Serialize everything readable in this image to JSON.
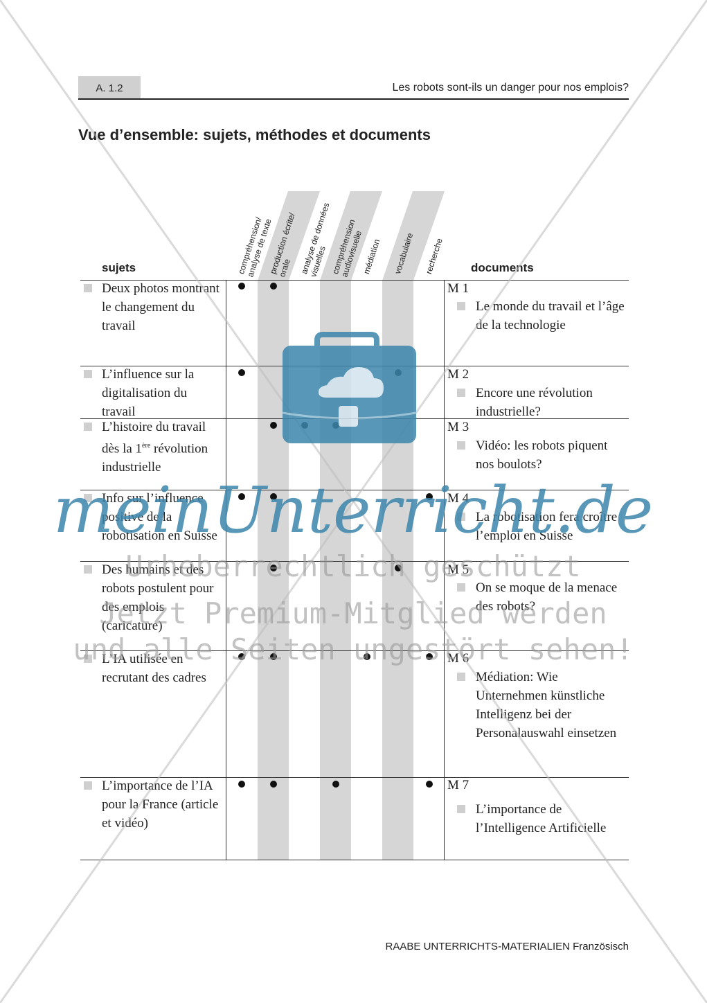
{
  "header": {
    "code": "A. 1.2",
    "title": "Les robots sont-ils un danger pour nos emplois?"
  },
  "heading": "Vue d’ensemble: sujets, méthodes et documents",
  "columns": {
    "subjects": "sujets",
    "documents": "documents"
  },
  "methods": [
    "compréhension/\nanalyse de texte",
    "production écrite/\norale",
    "analyse de données\nvisuelles",
    "compréhension\naudiovisuelle",
    "médiation",
    "vocabulaire",
    "recherche"
  ],
  "rows": [
    {
      "subject": "Deux photos montrant le changement du travail",
      "ref": "M 1",
      "doc": "Le monde du travail et l’âge de la technologie",
      "dots": [
        0,
        1
      ]
    },
    {
      "subject": "L’influence sur la digitalisation du travail",
      "ref": "M 2",
      "doc": "Encore une révolution industrielle?",
      "dots": [
        0,
        5
      ]
    },
    {
      "subject_before": "L’histoire du travail dès la",
      "subject_sup": "ère",
      "subject_num": "1",
      "subject_after": "révolution industrielle",
      "ref": "M 3",
      "doc": "Vidéo: les robots piquent nos boulots?",
      "dots": [
        1,
        2,
        3
      ]
    },
    {
      "subject": "Info sur l’influ­ence positive de la robotisation en Suisse",
      "ref": "M 4",
      "doc": "La robotisation fera croître l’emploi en Suisse",
      "dots": [
        0,
        1,
        6
      ]
    },
    {
      "subject": "Des humains et des robots postulent pour des emplois (caricature)",
      "ref": "M 5",
      "doc": "On se moque de la menace des robots?",
      "dots": [
        1,
        5
      ]
    },
    {
      "subject": "L’IA utilisée en recrutant des cadres",
      "ref": "M 6",
      "doc": "Médiation: Wie Unternehmen künstliche Intelligenz bei der Personalauswahl einsetzen",
      "dots": [
        0,
        1,
        4,
        6
      ]
    },
    {
      "subject": "L’importance de l’IA pour la France (article et vidéo)",
      "ref": "M 7",
      "doc": "L’importance de l’Intelligence Artificielle",
      "dots": [
        0,
        1,
        3,
        6
      ]
    }
  ],
  "watermark": {
    "brand": "meinUnterricht.de",
    "line1": "Urheberrechtlich geschützt",
    "line2": "Jetzt Premium-Mitglied werden",
    "line3": "und alle Seiten ungestört sehen!"
  },
  "footer": "RAABE UNTERRICHTS-MATERIALIEN Französisch"
}
